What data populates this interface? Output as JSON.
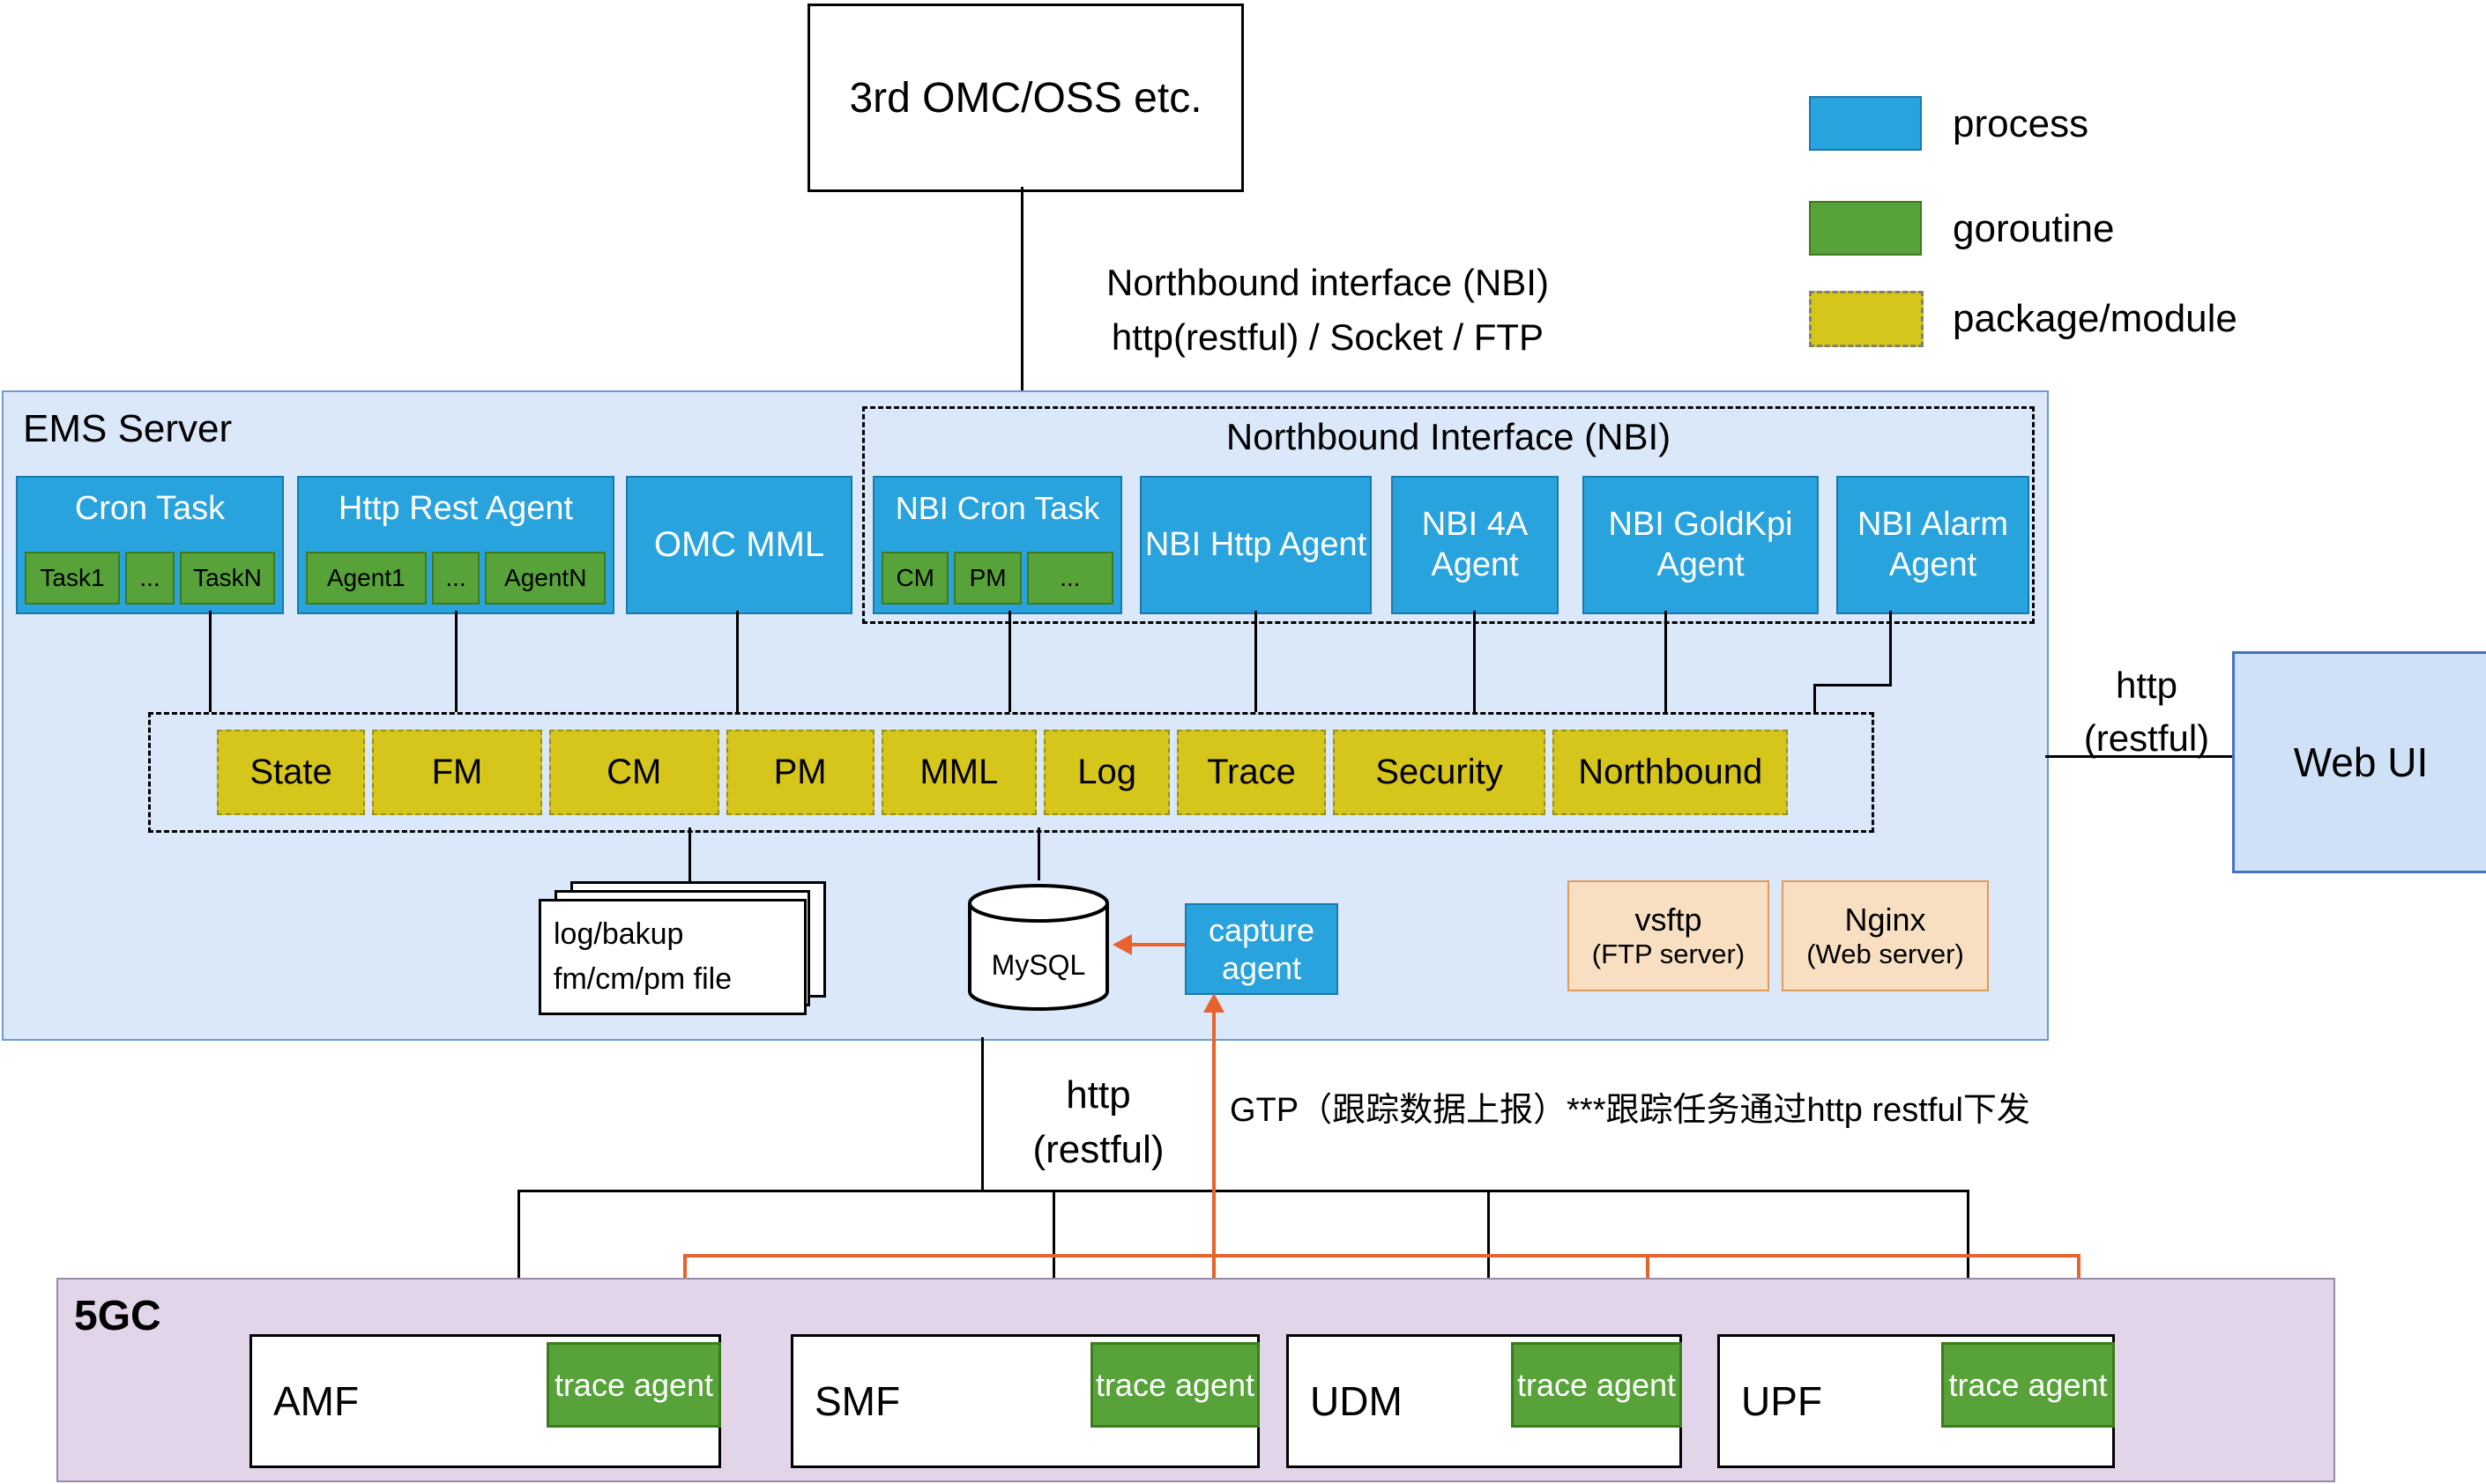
{
  "colors": {
    "process": "#29a3dd",
    "goroutine": "#57a33a",
    "package_module": "#d6c51a",
    "ems_background": "#dae8fa",
    "core_background": "#e2d5e9",
    "server_box": "#f8dfc2",
    "webui_background": "#cfe1f6",
    "trace_link": "#e8622d"
  },
  "external": {
    "title": "3rd OMC/OSS etc."
  },
  "legend": {
    "process": "process",
    "goroutine": "goroutine",
    "package_module": "package/module"
  },
  "nbi_link": {
    "line1": "Northbound interface (NBI)",
    "line2": "http(restful) / Socket / FTP"
  },
  "ems": {
    "title": "EMS Server",
    "cron_task": {
      "title": "Cron Task",
      "items": [
        "Task1",
        "...",
        "TaskN"
      ]
    },
    "http_rest_agent": {
      "title": "Http Rest Agent",
      "items": [
        "Agent1",
        "...",
        "AgentN"
      ]
    },
    "omc_mml": {
      "title": "OMC MML"
    },
    "nbi": {
      "title": "Northbound Interface (NBI)",
      "cron_task": {
        "title": "NBI Cron Task",
        "items": [
          "CM",
          "PM",
          "..."
        ]
      },
      "http_agent": "NBI Http Agent",
      "foura_agent": "NBI 4A Agent",
      "goldkpi_agent": "NBI GoldKpi Agent",
      "alarm_agent": "NBI Alarm Agent"
    },
    "modules": [
      "State",
      "FM",
      "CM",
      "PM",
      "MML",
      "Log",
      "Trace",
      "Security",
      "Northbound"
    ],
    "file_store": {
      "line1": "log/bakup",
      "line2": "fm/cm/pm file"
    },
    "database": "MySQL",
    "capture_agent": "capture agent",
    "vsftp": {
      "name": "vsftp",
      "desc": "(FTP server)"
    },
    "nginx": {
      "name": "Nginx",
      "desc": "(Web server)"
    }
  },
  "web_ui": {
    "title": "Web UI"
  },
  "links": {
    "webui_http": {
      "line1": "http",
      "line2": "(restful)"
    },
    "south_http": {
      "line1": "http",
      "line2": "(restful)"
    },
    "gtp": "GTP（跟踪数据上报）***跟踪任务通过http restful下发"
  },
  "core": {
    "title": "5GC",
    "nfs": [
      {
        "name": "AMF",
        "agent": "trace agent"
      },
      {
        "name": "SMF",
        "agent": "trace agent"
      },
      {
        "name": "UDM",
        "agent": "trace agent"
      },
      {
        "name": "UPF",
        "agent": "trace agent"
      }
    ]
  }
}
